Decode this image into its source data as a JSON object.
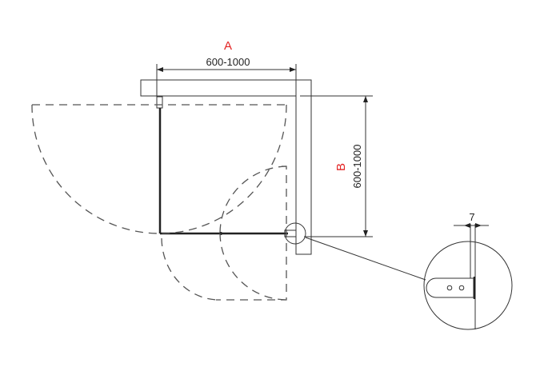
{
  "labels": {
    "width_label": "A",
    "width_range": "600-1000",
    "depth_label": "B",
    "depth_range": "600-1000",
    "detail_dimension": "7"
  },
  "colors": {
    "label_red": "#e32222",
    "line": "#333333"
  }
}
